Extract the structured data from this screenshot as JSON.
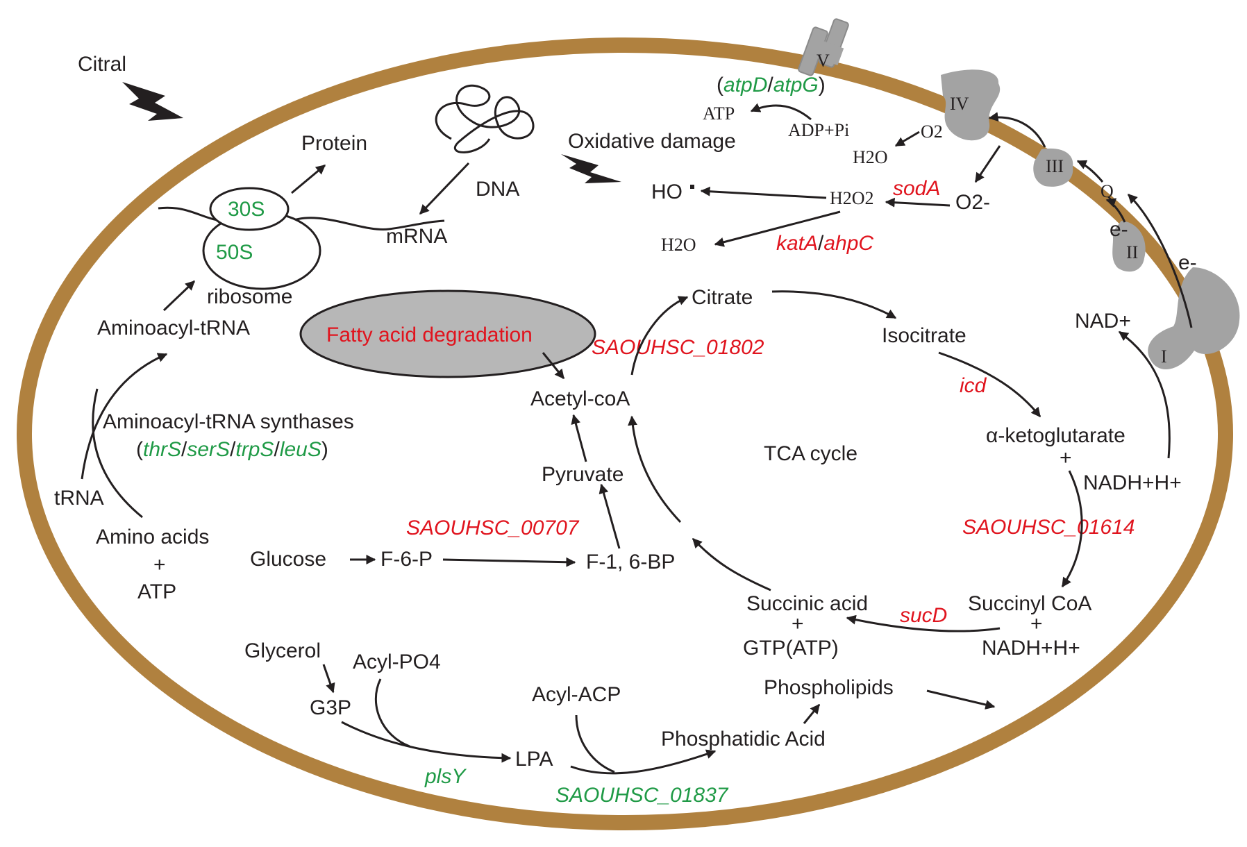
{
  "stimulus": "Citral",
  "colors": {
    "membrane": "#b0813f",
    "complex": "#a3a3a3",
    "gene_down": "#1f9a46",
    "gene_up": "#e0141e",
    "arrow": "#231f20"
  },
  "translation": {
    "protein": "Protein",
    "dna": "DNA",
    "mrna": "mRNA",
    "subunit_small": "30S",
    "subunit_large": "50S",
    "ribosome": "ribosome",
    "aminoacyl_trna": "Aminoacyl-tRNA",
    "synthases": "Aminoacyl-tRNA synthases",
    "synthase_genes": [
      "thrS",
      "serS",
      "trpS",
      "leuS"
    ],
    "trna": "tRNA",
    "amino_acids": "Amino acids",
    "plus": "+",
    "atp": "ATP"
  },
  "oxidative": {
    "label": "Oxidative damage",
    "hydroxyl": "HO",
    "h2o2": "H2O2",
    "superoxide": "O2-",
    "water": "H2O",
    "sod_gene": "sodA",
    "cat_genes": [
      "katA",
      "ahpC"
    ],
    "o2": "O2"
  },
  "respiratory_chain": {
    "atp_genes": [
      "atpD",
      "atpG"
    ],
    "atp": "ATP",
    "adp_pi": "ADP+Pi",
    "complexes": [
      "I",
      "II",
      "III",
      "IV",
      "V"
    ],
    "quinone": "Q",
    "electron": "e-",
    "nad": "NAD+"
  },
  "central_metabolism": {
    "fatty_acid": "Fatty acid degradation",
    "citrate": "Citrate",
    "isocitrate": "Isocitrate",
    "citrate_gene": "SAOUHSC_01802",
    "acetyl_coa": "Acetyl-coA",
    "icd_gene": "icd",
    "akg": "α-ketoglutarate",
    "nadh": "NADH+H+",
    "tca": "TCA cycle",
    "pyruvate": "Pyruvate",
    "glucose": "Glucose",
    "f6p": "F-6-P",
    "f16bp": "F-1, 6-BP",
    "glycolysis_gene": "SAOUHSC_00707",
    "akg_gene": "SAOUHSC_01614",
    "succinyl_coa": "Succinyl CoA",
    "succinic_acid": "Succinic acid",
    "gtp": "GTP(ATP)",
    "sucd_gene": "sucD"
  },
  "lipid": {
    "glycerol": "Glycerol",
    "acyl_po4": "Acyl-PO4",
    "g3p": "G3P",
    "lpa": "LPA",
    "plsy_gene": "plsY",
    "acyl_acp": "Acyl-ACP",
    "phosphatidic_acid": "Phosphatidic Acid",
    "pa_gene": "SAOUHSC_01837",
    "phospholipids": "Phospholipids"
  }
}
